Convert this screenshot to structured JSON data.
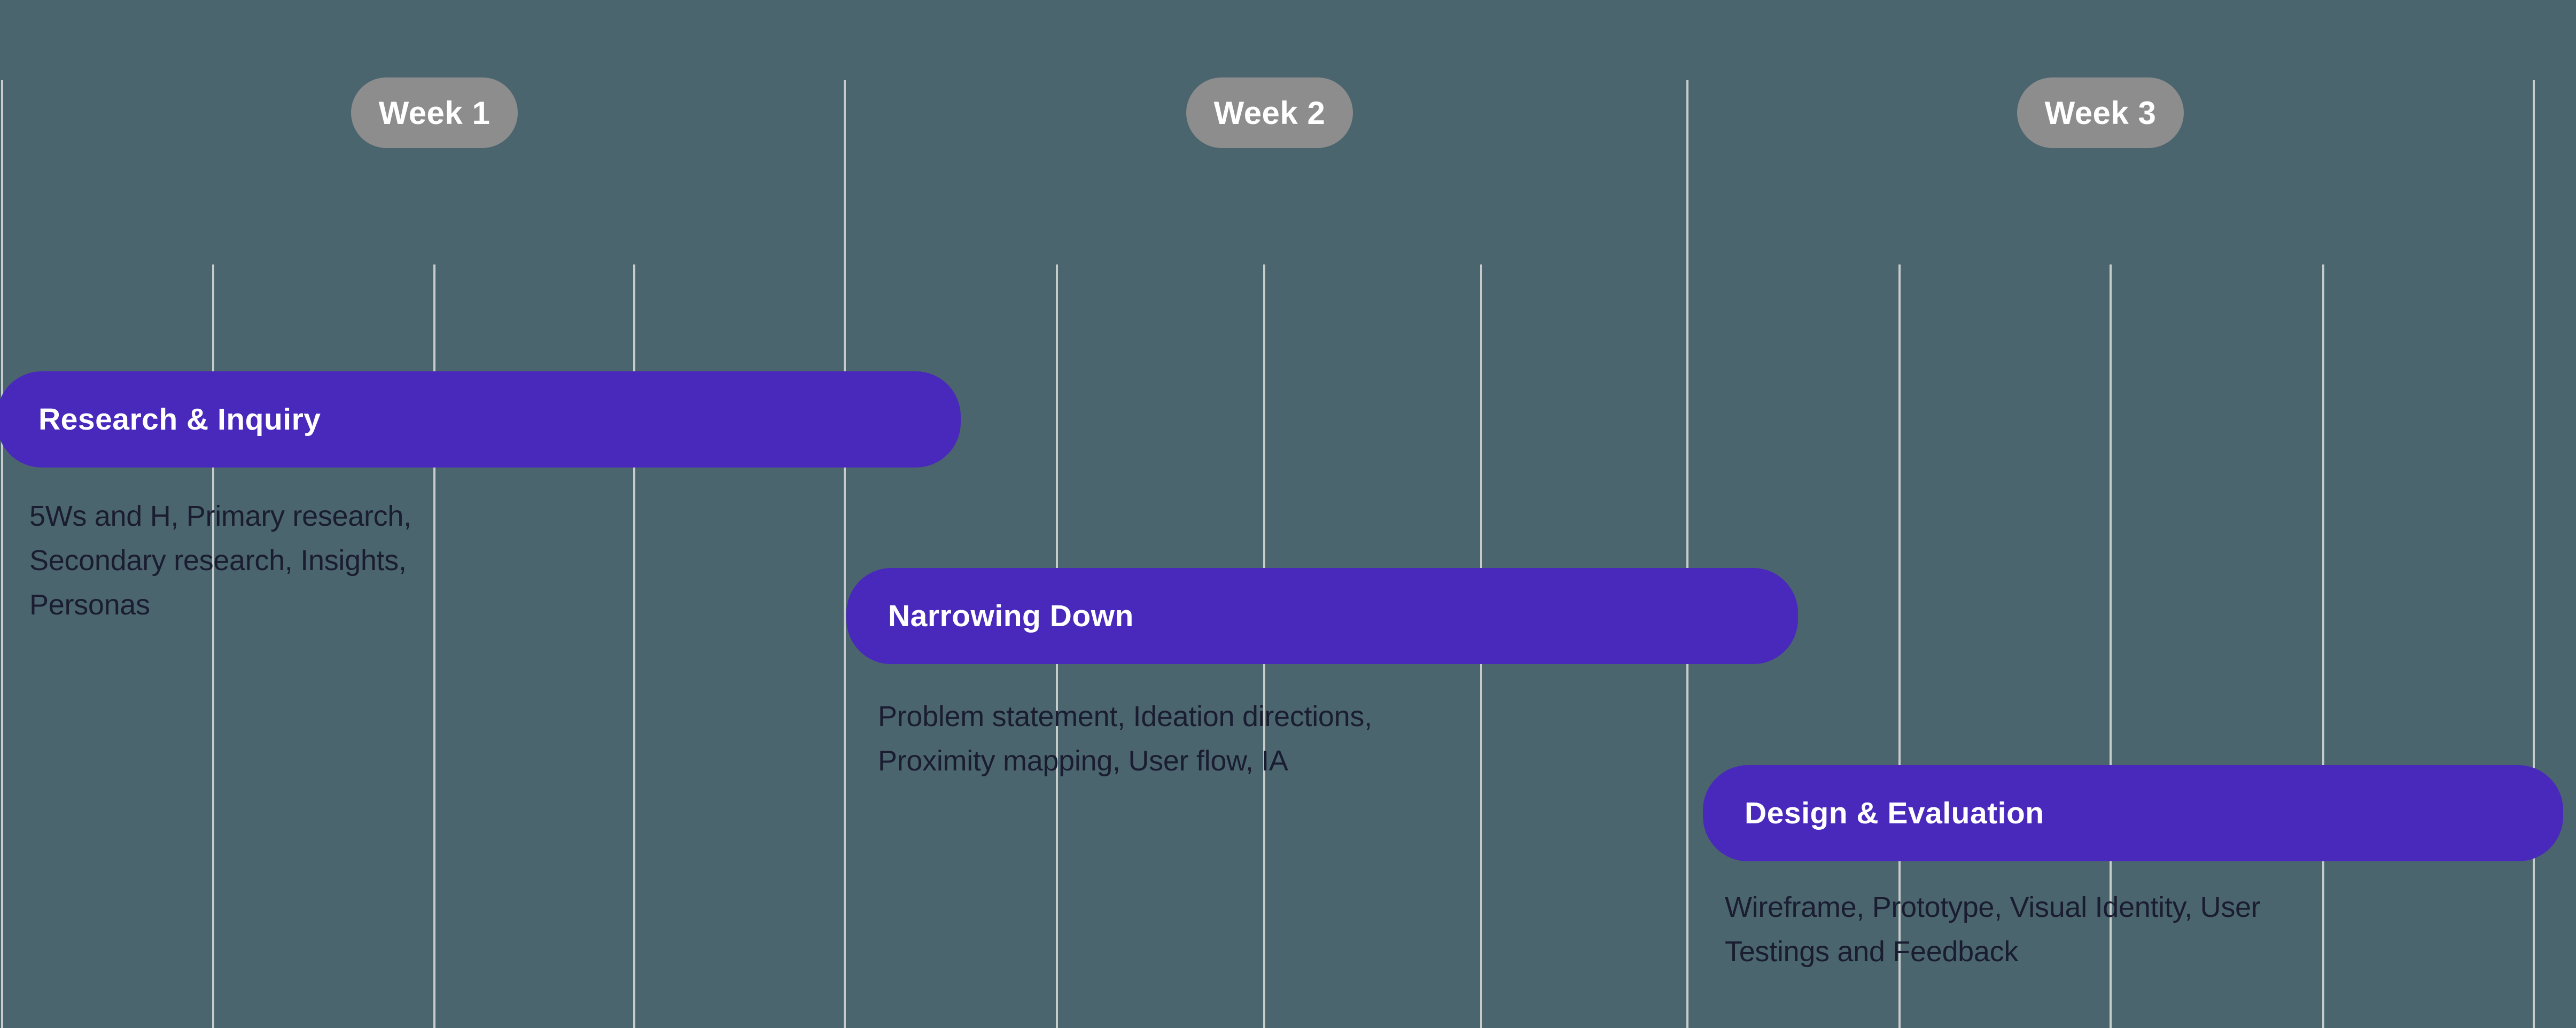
{
  "page": {
    "title": "Project timeline gantt chart",
    "background_color": "#4b656e",
    "bar_color": "#4928bc",
    "badge_color": "#8e8d8e",
    "gridline_color": "#c7cccb",
    "bar_text_color": "#ffffff",
    "desc_text_color": "#1a1d31"
  },
  "weeks": [
    {
      "label": "Week 1"
    },
    {
      "label": "Week 2"
    },
    {
      "label": "Week 3"
    }
  ],
  "tasks": [
    {
      "title": "Research & Inquiry",
      "desc_lines": [
        "5Ws and H, Primary research,",
        "Secondary research, Insights,",
        "Personas"
      ]
    },
    {
      "title": "Narrowing Down",
      "desc_lines": [
        "Problem statement, Ideation directions,",
        "Proximity mapping, User flow, IA"
      ]
    },
    {
      "title": "Design & Evaluation",
      "desc_lines": [
        "Wireframe, Prototype, Visual Identity, User",
        "Testings and Feedback"
      ]
    }
  ],
  "chart_data": {
    "type": "bar",
    "subtype": "gantt-timeline",
    "orientation": "horizontal",
    "categories": [
      "Week 1",
      "Week 2",
      "Week 3"
    ],
    "series": [
      {
        "name": "Research & Inquiry",
        "start_week": 0.0,
        "end_week": 1.15,
        "details": "5Ws and H, Primary research, Secondary research, Insights, Personas"
      },
      {
        "name": "Narrowing Down",
        "start_week": 1.0,
        "end_week": 2.15,
        "details": "Problem statement, Ideation directions, Proximity mapping, User flow, IA"
      },
      {
        "name": "Design & Evaluation",
        "start_week": 2.0,
        "end_week": 3.05,
        "details": "Wireframe, Prototype, Visual Identity, User Testings and Feedback"
      }
    ],
    "xlim_weeks": [
      0,
      3
    ],
    "grid": "vertical gridlines: 4 tall week-boundary lines, 3 short subdivision lines per week (quarter-week spacing)",
    "legend": "none",
    "title": "",
    "xlabel": "",
    "ylabel": ""
  }
}
